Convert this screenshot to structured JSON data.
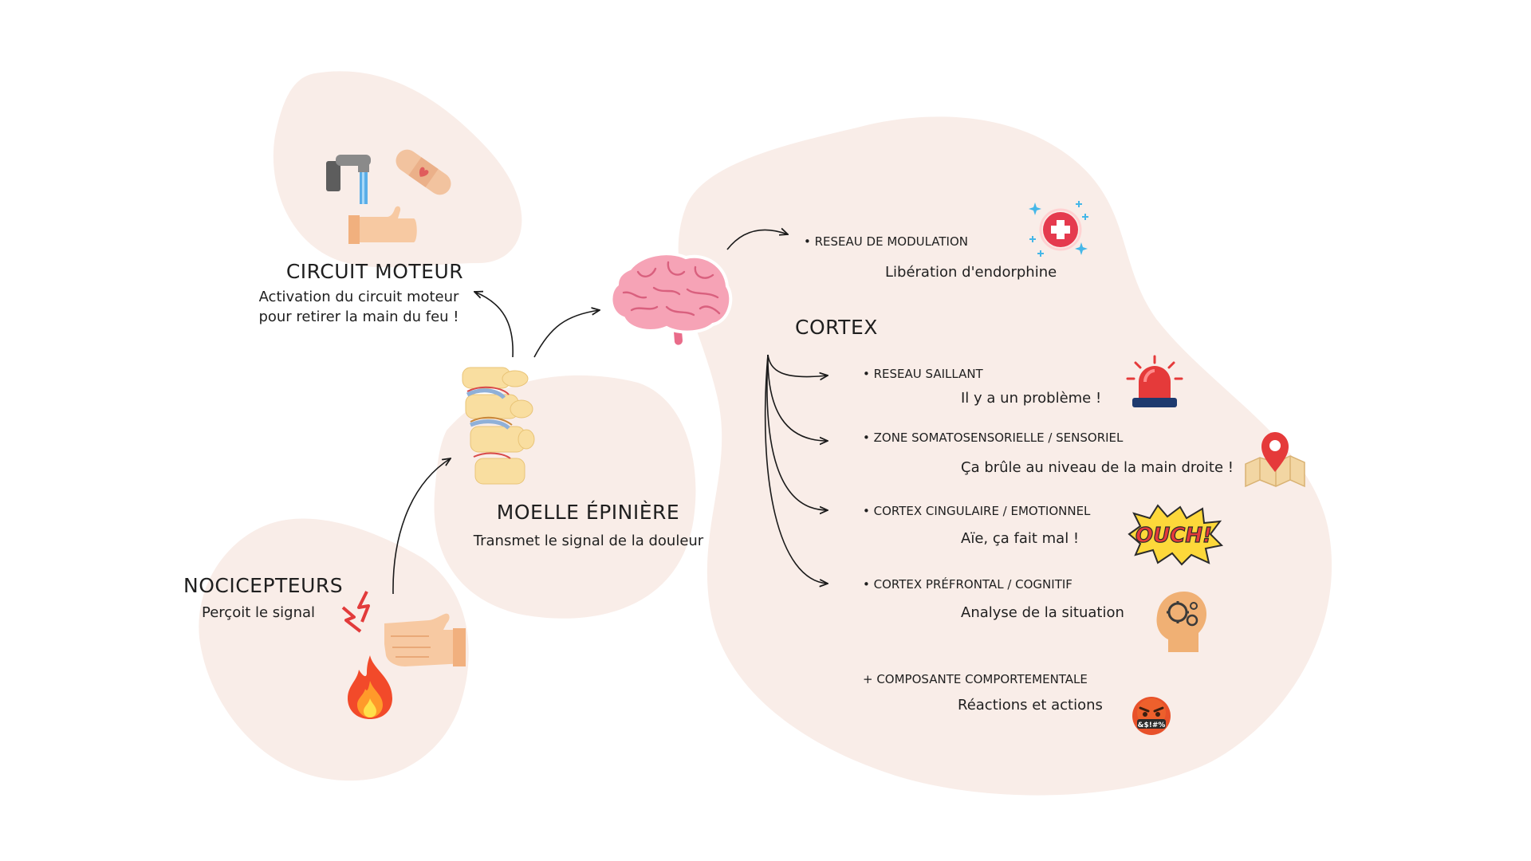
{
  "colors": {
    "blob": "#f9ede8",
    "arrow": "#1a1a1a",
    "text": "#1f1f1f"
  },
  "circuit_moteur": {
    "title": "CIRCUIT MOTEUR",
    "line1": "Activation du circuit moteur",
    "line2": "pour retirer la main du feu !",
    "icons": [
      "faucet-icon",
      "bandage-icon",
      "hand-icon"
    ]
  },
  "moelle": {
    "title": "MOELLE ÉPINIÈRE",
    "text": "Transmet le signal de la douleur",
    "icon": "spine-icon"
  },
  "nocicepteurs": {
    "title": "NOCICEPTEURS",
    "text": "Perçoit le signal",
    "icons": [
      "spark-icon",
      "hand-icon",
      "fire-icon"
    ]
  },
  "brain": {
    "icon": "brain-icon"
  },
  "modulation": {
    "label": "• RESEAU DE MODULATION",
    "text": "Libération d'endorphine",
    "icon": "medical-cross-icon"
  },
  "cortex": {
    "title": "CORTEX",
    "items": [
      {
        "label": "• RESEAU SAILLANT",
        "text": "Il y a un problème !",
        "icon": "siren-icon"
      },
      {
        "label": "• ZONE SOMATOSENSORIELLE / SENSORIEL",
        "text": "Ça brûle au niveau de la main droite !",
        "icon": "map-pin-icon"
      },
      {
        "label": "• CORTEX CINGULAIRE / EMOTIONNEL",
        "text": "Aïe, ça fait mal !",
        "icon": "ouch-burst-icon",
        "icon_text": "OUCH!"
      },
      {
        "label": "• CORTEX PRÉFRONTAL / COGNITIF",
        "text": "Analyse de la situation",
        "icon": "thinking-head-icon"
      }
    ]
  },
  "comportement": {
    "label": "+ COMPOSANTE COMPORTEMENTALE",
    "text": "Réactions et actions",
    "icon": "angry-face-icon",
    "icon_text": "&$!#%"
  }
}
